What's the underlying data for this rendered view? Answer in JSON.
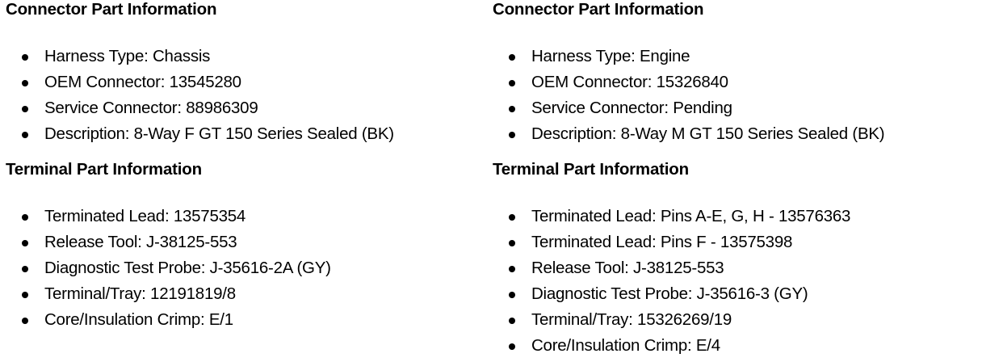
{
  "document": {
    "background_color": "#ffffff",
    "text_color": "#000000"
  },
  "columns": [
    {
      "id": "left",
      "sections": [
        {
          "id": "connector-part-information-left",
          "heading": "Connector Part Information",
          "items": [
            "Harness Type: Chassis",
            "OEM Connector: 13545280",
            "Service Connector: 88986309",
            "Description: 8-Way F GT 150 Series Sealed (BK)"
          ]
        },
        {
          "id": "terminal-part-information-left",
          "heading": "Terminal Part Information",
          "items": [
            "Terminated Lead: 13575354",
            "Release Tool: J-38125-553",
            "Diagnostic Test Probe: J-35616-2A (GY)",
            "Terminal/Tray: 12191819/8",
            "Core/Insulation Crimp: E/1"
          ]
        }
      ]
    },
    {
      "id": "right",
      "sections": [
        {
          "id": "connector-part-information-right",
          "heading": "Connector Part Information",
          "items": [
            "Harness Type: Engine",
            "OEM Connector: 15326840",
            "Service Connector: Pending",
            "Description: 8-Way M GT 150 Series Sealed (BK)"
          ]
        },
        {
          "id": "terminal-part-information-right",
          "heading": "Terminal Part Information",
          "items": [
            "Terminated Lead: Pins A-E, G, H - 13576363",
            "Terminated Lead: Pins F - 13575398",
            "Release Tool: J-38125-553",
            "Diagnostic Test Probe: J-35616-3 (GY)",
            "Terminal/Tray: 15326269/19",
            "Core/Insulation Crimp: E/4"
          ]
        }
      ]
    }
  ]
}
